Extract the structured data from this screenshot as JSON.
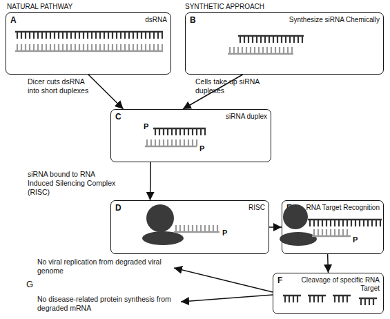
{
  "diagram": {
    "nodes": [
      {
        "text": [
          "A",
          "dsRNA"
        ]
      },
      {
        "text": [
          "B",
          "Synthesize siRNA Chemically"
        ]
      },
      {
        "text": [
          "C",
          "siRNA duplex"
        ]
      },
      {
        "text": [
          "D",
          "RISC"
        ]
      },
      {
        "text": [
          "E",
          "RNA Target Recognition"
        ]
      },
      {
        "text": [
          "F",
          "Cleavage of specific RNA Target"
        ]
      }
    ],
    "edges": [
      {
        "from": 0,
        "to": 2,
        "arrow": "to",
        "label": "Dicer cuts dsRNA into short duplexes"
      },
      {
        "from": 1,
        "to": 2,
        "arrow": "to",
        "label": "Cells take up siRNA duplexes"
      },
      {
        "from": 2,
        "to": 3,
        "arrow": "to",
        "label": "siRNA bound to RNA Induced Silencing Complex (RISC)"
      },
      {
        "from": 3,
        "to": 4,
        "arrow": "to"
      },
      {
        "from": 4,
        "to": 5,
        "arrow": "to"
      }
    ],
    "labels": [
      "NATURAL PATHWAY",
      "SYNTHETIC APPROACH",
      "P",
      "P",
      "P",
      "P",
      "G",
      "No viral replication from degraded viral genome",
      "No disease-related protein synthesis from degraded mRNA"
    ]
  }
}
